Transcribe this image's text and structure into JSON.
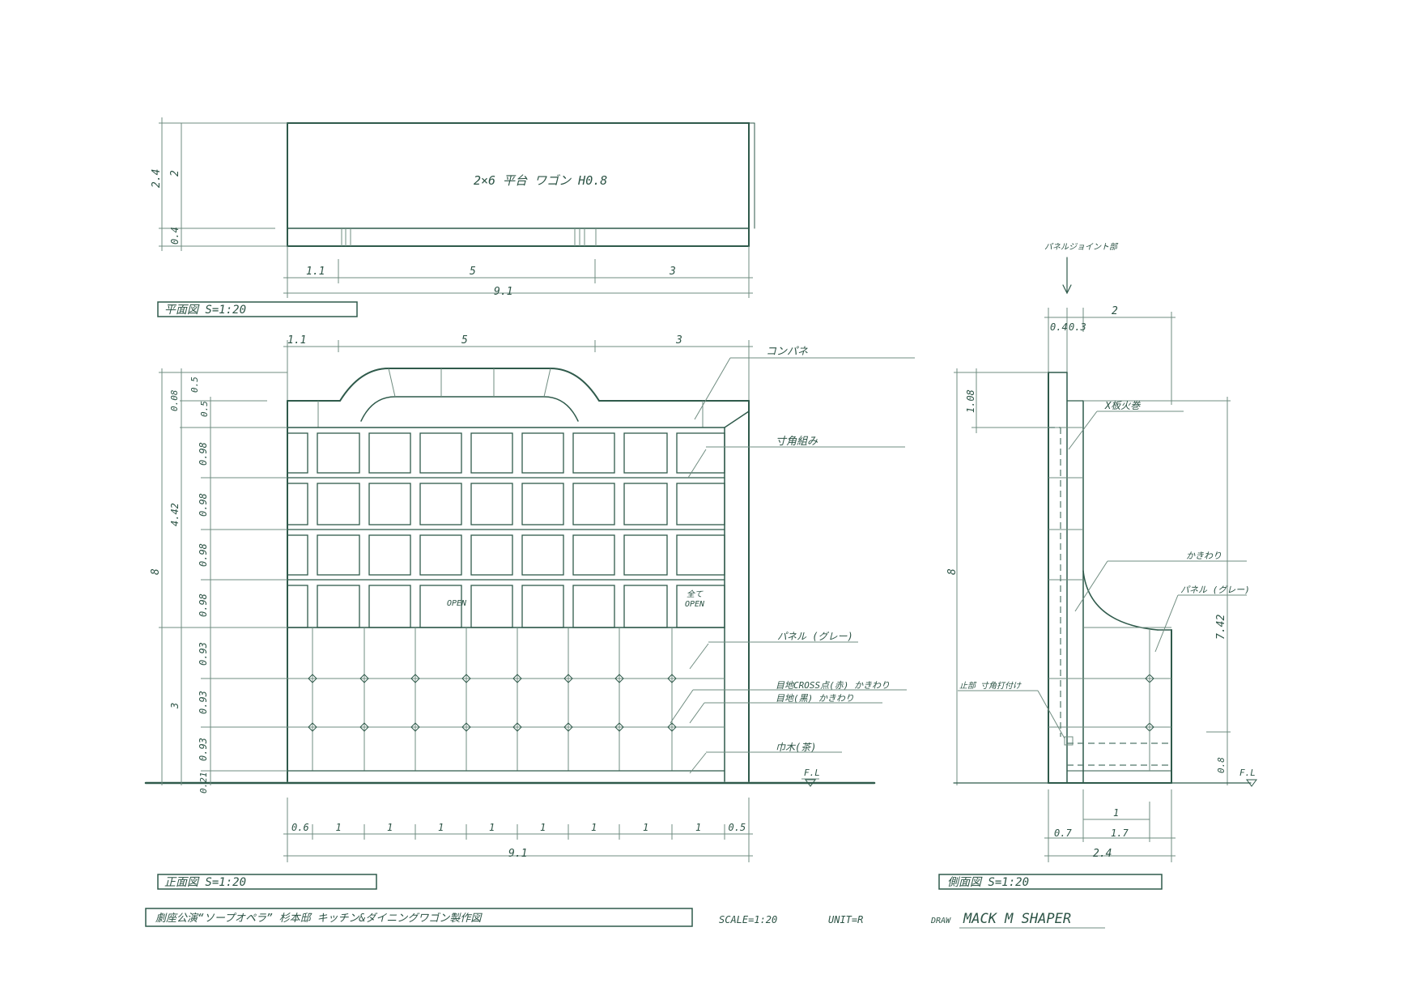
{
  "plan": {
    "label": "2×6 平台 ワゴン H0.8",
    "dim_total_v": "2.4",
    "dim_upper_v": "2",
    "dim_lower_v": "0.4",
    "dims_h": [
      "1.1",
      "5",
      "3"
    ],
    "dim_total_h": "9.1",
    "title": "平面図 S=1:20"
  },
  "front": {
    "dims_top": [
      "1.1",
      "5",
      "3"
    ],
    "dims_left_small": [
      "0.08",
      "0.5",
      "0.5"
    ],
    "dims_left_rows": [
      "0.98",
      "0.98",
      "0.98",
      "0.98",
      "0.93",
      "0.93",
      "0.93",
      "0.21"
    ],
    "dims_left_group": [
      "4.42",
      "3"
    ],
    "dim_left_total": "8",
    "dims_bottom": [
      "0.6",
      "1",
      "1",
      "1",
      "1",
      "1",
      "1",
      "1",
      "1",
      "0.5"
    ],
    "dim_bottom_total": "9.1",
    "open_label": "OPEN",
    "open_label_side_a": "全て",
    "open_label_side_b": "OPEN",
    "fl_label": "F.L",
    "title": "正面図 S=1:20",
    "annotations": [
      "コンパネ",
      "寸角組み",
      "パネル (グレー)",
      "目地CROSS点(赤) かきわり",
      "目地(黒) かきわり",
      "巾木(茶)"
    ]
  },
  "side": {
    "top_note": "パネルジョイント部",
    "dims_top": [
      "0.4",
      "0.3",
      "2"
    ],
    "dim_left_upper": "1.08",
    "dim_left_total": "8",
    "dim_right_total": "7.42",
    "dim_right_bottom": "0.8",
    "dims_bottom": [
      "1",
      "0.7",
      "1.7",
      "2.4"
    ],
    "fl_label": "F.L",
    "title": "側面図 S=1:20",
    "annotations": [
      "X板火巻",
      "かきわり",
      "パネル (グレー)",
      "止部 寸角打付け"
    ]
  },
  "title_block": {
    "title": "劇座公演“ソープオペラ” 杉本邸 キッチン&ダイニングワゴン製作図",
    "scale": "SCALE=1:20",
    "unit": "UNIT=R",
    "draw_label": "DRAW",
    "drawer": "MACK M SHAPER"
  },
  "colors": {
    "ink": "#2f5a4b",
    "paper": "#ffffff"
  }
}
